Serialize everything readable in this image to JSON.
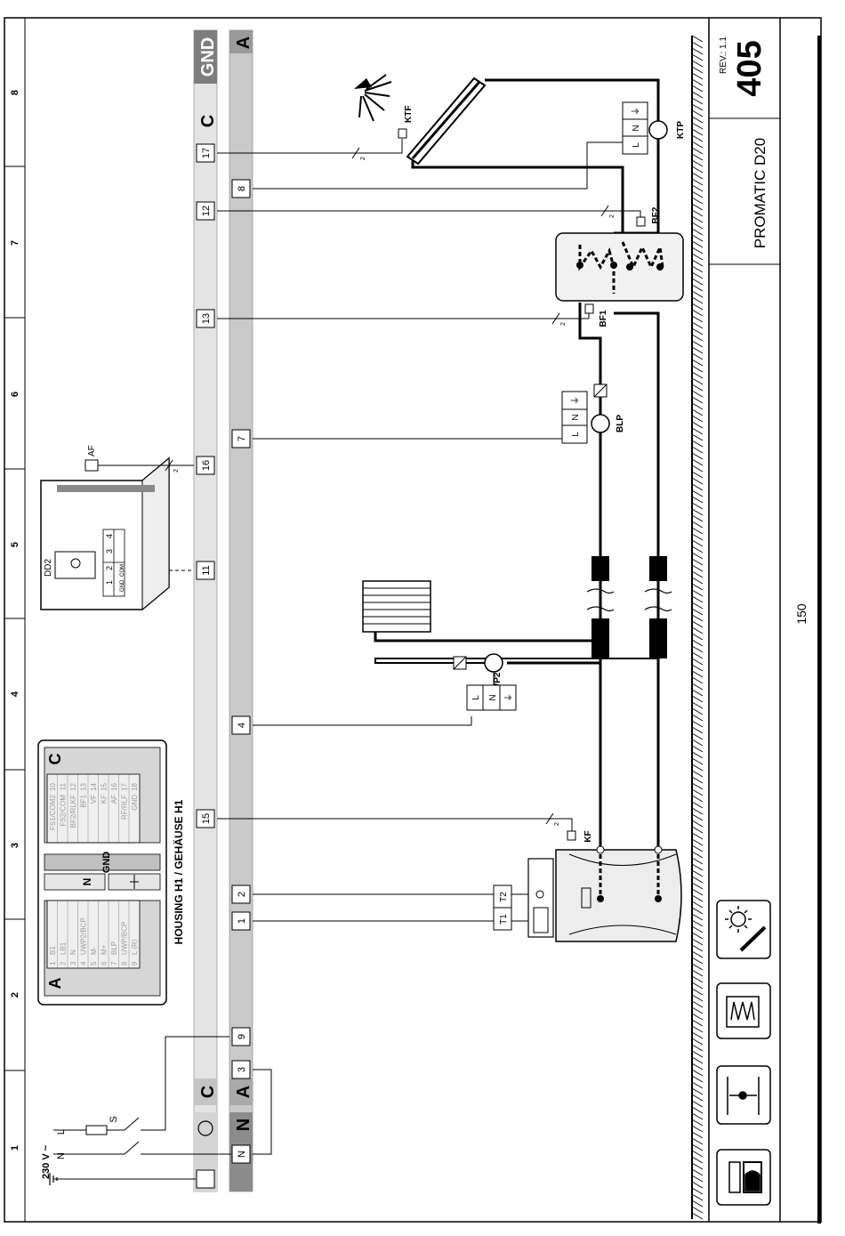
{
  "title_block": {
    "rev": "REV.: 1.1",
    "drawing_number": "405",
    "product": "PROMATIC D20"
  },
  "page_number": "150",
  "grid_numbers": [
    "1",
    "2",
    "3",
    "4",
    "5",
    "6",
    "7",
    "8"
  ],
  "rails": {
    "C": "C",
    "A": "A",
    "GND": "GND",
    "N": "N"
  },
  "supply": {
    "voltage": "230 V ~",
    "L": "L",
    "N": "N",
    "S": "S"
  },
  "terminals_a_rail": [
    "1",
    "2",
    "3",
    "4",
    "7",
    "8",
    "9"
  ],
  "terminals_c_rail": [
    "11",
    "12",
    "13",
    "15",
    "16",
    "17"
  ],
  "housing": {
    "title": "HOUSING H1 / GEHÄUSE H1",
    "block_a_label": "A",
    "block_a_rows": [
      {
        "num": "1",
        "name": "B1"
      },
      {
        "num": "2",
        "name": "LB1"
      },
      {
        "num": "3",
        "name": "N"
      },
      {
        "num": "4",
        "name": "UWP2/BCP"
      },
      {
        "num": "5",
        "name": "M-"
      },
      {
        "num": "6",
        "name": "M+"
      },
      {
        "num": "7",
        "name": "BLP"
      },
      {
        "num": "8",
        "name": "UWP/BCP"
      },
      {
        "num": "9",
        "name": "L (R)"
      }
    ],
    "gnd_label": "GND",
    "n_label": "N",
    "block_c_label": "C",
    "block_c_rows": [
      {
        "num": "10",
        "name": "FS1/COM2"
      },
      {
        "num": "11",
        "name": "FS2/COM"
      },
      {
        "num": "12",
        "name": "BF2/RLKF"
      },
      {
        "num": "13",
        "name": "BF1"
      },
      {
        "num": "14",
        "name": "VF"
      },
      {
        "num": "15",
        "name": "KF"
      },
      {
        "num": "16",
        "name": "AF"
      },
      {
        "num": "17",
        "name": "RF/RLF"
      },
      {
        "num": "18",
        "name": "GND"
      }
    ]
  },
  "components": {
    "dd2": "DD2",
    "af": "AF",
    "dd2_pins": [
      "1",
      "2",
      "3",
      "4"
    ],
    "dd2_pin_labels": [
      "GND",
      "COM"
    ],
    "ktf": "KTF",
    "ktp": "KTP",
    "bf1": "BF1",
    "bf2": "BF2",
    "blp": "BLP",
    "uwp2": "UWP2",
    "kf": "KF",
    "t1": "T1",
    "t2": "T2",
    "pump_terms": [
      "L",
      "N",
      "⏚"
    ],
    "two_wire": "2"
  },
  "legend_icons": [
    "boiler-icon",
    "pump-icon",
    "buffer-tank-icon",
    "solar-icon"
  ]
}
